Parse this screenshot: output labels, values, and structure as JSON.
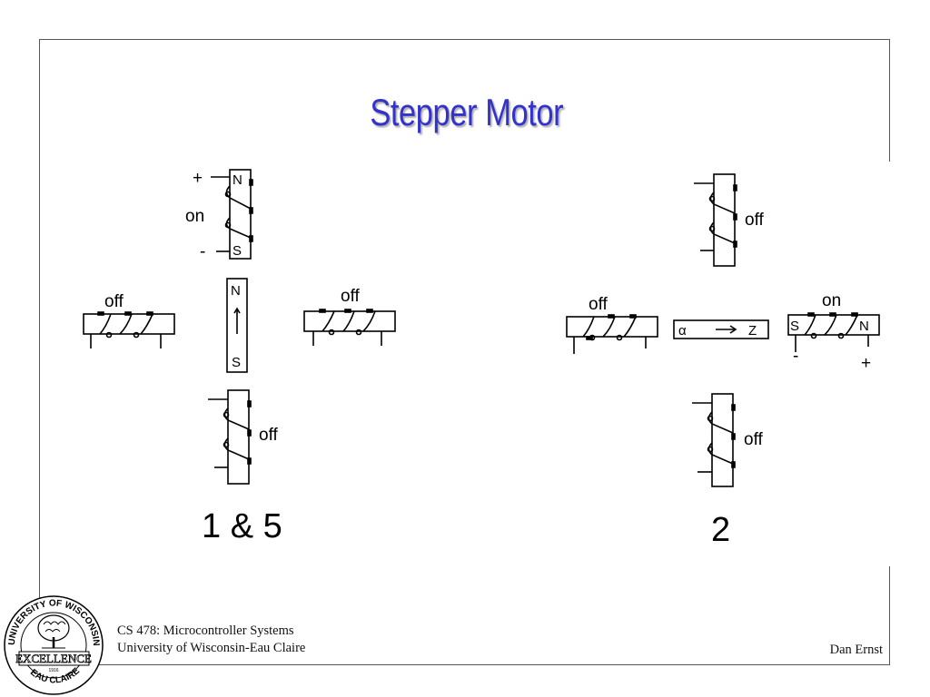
{
  "slide": {
    "title": "Stepper Motor",
    "footer_left_line1": "CS 478: Microcontroller Systems",
    "footer_left_line2": "University of Wisconsin-Eau Claire",
    "footer_right": "Dan Ernst"
  },
  "diagram_left": {
    "caption": "1 & 5",
    "top_coil": {
      "state": "on",
      "top_pole": "N",
      "bottom_pole": "S",
      "plus": "+",
      "minus": "-"
    },
    "left_coil": {
      "state": "off"
    },
    "right_coil": {
      "state": "off"
    },
    "bottom_coil": {
      "state": "off"
    },
    "rotor": {
      "top_pole": "N",
      "bottom_pole": "S"
    }
  },
  "diagram_right": {
    "caption": "2",
    "top_coil": {
      "state": "off"
    },
    "left_coil": {
      "state": "off"
    },
    "right_coil": {
      "state": "on",
      "left_pole": "S",
      "right_pole": "N",
      "plus": "+",
      "minus": "-"
    },
    "bottom_coil": {
      "state": "off"
    },
    "rotor": {
      "left_pole": "α",
      "right_pole": "Z"
    }
  },
  "seal": {
    "top_text": "UNIVERSITY OF WISCONSIN",
    "middle_text": "EXCELLENCE",
    "bottom_text": "EAU CLAIRE",
    "year": "1916"
  }
}
